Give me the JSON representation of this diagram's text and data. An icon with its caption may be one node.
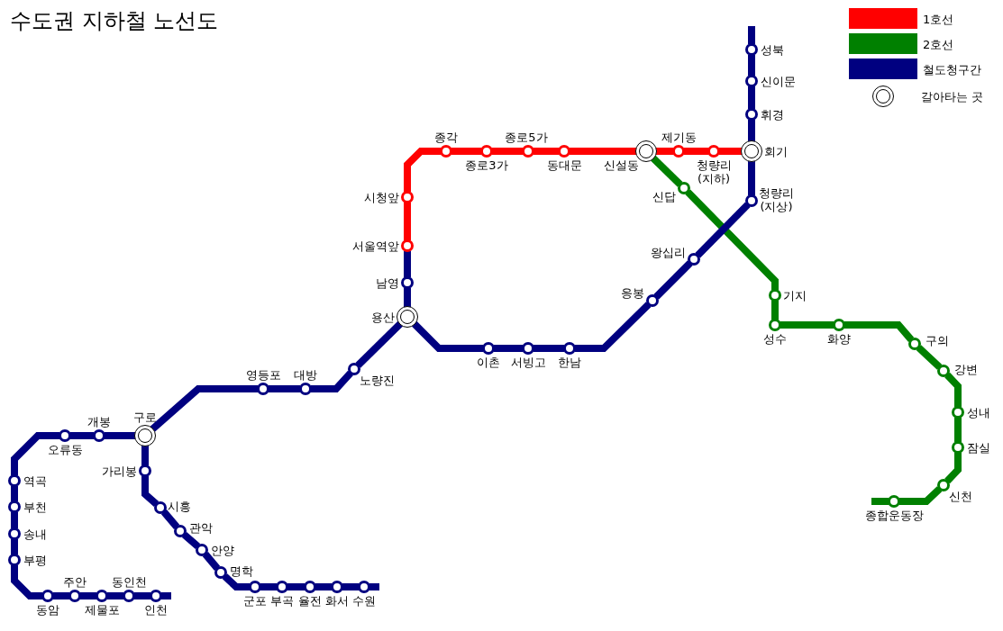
{
  "diagram": {
    "title": "수도권 지하철 노선도",
    "nodes": [
      {
        "text": [],
        "shape": "circle",
        "beside": [
          "시청앞"
        ]
      },
      {
        "text": [],
        "shape": "circle",
        "beside": [
          "서울역앞"
        ]
      },
      {
        "text": [],
        "shape": "circle",
        "beside": [
          "종각"
        ]
      },
      {
        "text": [],
        "shape": "circle",
        "beside": [
          "종로3가"
        ]
      },
      {
        "text": [],
        "shape": "circle",
        "beside": [
          "종로5가"
        ]
      },
      {
        "text": [],
        "shape": "circle",
        "beside": [
          "동대문"
        ]
      },
      {
        "text": [],
        "shape": "circle",
        "beside": [
          "신설동"
        ]
      },
      {
        "text": [],
        "shape": "circle",
        "beside": [
          "제기동"
        ]
      },
      {
        "text": [],
        "shape": "circle",
        "beside": [
          "청량리 (지하)"
        ]
      },
      {
        "text": [],
        "shape": "circle",
        "beside": [
          "회기"
        ]
      },
      {
        "text": [],
        "shape": "circle",
        "beside": [
          "성북"
        ]
      },
      {
        "text": [],
        "shape": "circle",
        "beside": [
          "신이문"
        ]
      },
      {
        "text": [],
        "shape": "circle",
        "beside": [
          "휘경"
        ]
      },
      {
        "text": [],
        "shape": "circle",
        "beside": [
          "청량리 (지상)"
        ]
      },
      {
        "text": [],
        "shape": "circle",
        "beside": [
          "왕십리"
        ]
      },
      {
        "text": [],
        "shape": "circle",
        "beside": [
          "응봉"
        ]
      },
      {
        "text": [],
        "shape": "circle",
        "beside": [
          "한남"
        ]
      },
      {
        "text": [],
        "shape": "circle",
        "beside": [
          "서빙고"
        ]
      },
      {
        "text": [],
        "shape": "circle",
        "beside": [
          "이촌"
        ]
      },
      {
        "text": [],
        "shape": "circle",
        "beside": [
          "용산"
        ]
      },
      {
        "text": [],
        "shape": "circle",
        "beside": [
          "남영"
        ]
      },
      {
        "text": [],
        "shape": "circle",
        "beside": [
          "노량진"
        ]
      },
      {
        "text": [],
        "shape": "circle",
        "beside": [
          "대방"
        ]
      },
      {
        "text": [],
        "shape": "circle",
        "beside": [
          "영등포"
        ]
      },
      {
        "text": [],
        "shape": "circle",
        "beside": [
          "구로"
        ]
      },
      {
        "text": [],
        "shape": "circle",
        "beside": [
          "개봉"
        ]
      },
      {
        "text": [],
        "shape": "circle",
        "beside": [
          "오류동"
        ]
      },
      {
        "text": [],
        "shape": "circle",
        "beside": [
          "역곡"
        ]
      },
      {
        "text": [],
        "shape": "circle",
        "beside": [
          "부천"
        ]
      },
      {
        "text": [],
        "shape": "circle",
        "beside": [
          "송내"
        ]
      },
      {
        "text": [],
        "shape": "circle",
        "beside": [
          "부평"
        ]
      },
      {
        "text": [],
        "shape": "circle",
        "beside": [
          "동암"
        ]
      },
      {
        "text": [],
        "shape": "circle",
        "beside": [
          "주안"
        ]
      },
      {
        "text": [],
        "shape": "circle",
        "beside": [
          "제물포"
        ]
      },
      {
        "text": [],
        "shape": "circle",
        "beside": [
          "동인천"
        ]
      },
      {
        "text": [],
        "shape": "circle",
        "beside": [
          "인천"
        ]
      },
      {
        "text": [],
        "shape": "circle",
        "beside": [
          "가리봉"
        ]
      },
      {
        "text": [],
        "shape": "circle",
        "beside": [
          "시흥"
        ]
      },
      {
        "text": [],
        "shape": "circle",
        "beside": [
          "관악"
        ]
      },
      {
        "text": [],
        "shape": "circle",
        "beside": [
          "안양"
        ]
      },
      {
        "text": [],
        "shape": "circle",
        "beside": [
          "명학"
        ]
      },
      {
        "text": [],
        "shape": "circle",
        "beside": [
          "군포"
        ]
      },
      {
        "text": [],
        "shape": "circle",
        "beside": [
          "부곡"
        ]
      },
      {
        "text": [],
        "shape": "circle",
        "beside": [
          "율전"
        ]
      },
      {
        "text": [],
        "shape": "circle",
        "beside": [
          "화서"
        ]
      },
      {
        "text": [],
        "shape": "circle",
        "beside": [
          "수원"
        ]
      },
      {
        "text": [],
        "shape": "circle",
        "beside": [
          "신답"
        ]
      },
      {
        "text": [],
        "shape": "circle",
        "beside": [
          "기지"
        ]
      },
      {
        "text": [],
        "shape": "circle",
        "beside": [
          "성수"
        ]
      },
      {
        "text": [],
        "shape": "circle",
        "beside": [
          "화양"
        ]
      },
      {
        "text": [],
        "shape": "circle",
        "beside": [
          "구의"
        ]
      },
      {
        "text": [],
        "shape": "circle",
        "beside": [
          "강변"
        ]
      },
      {
        "text": [],
        "shape": "circle",
        "beside": [
          "성내"
        ]
      },
      {
        "text": [],
        "shape": "circle",
        "beside": [
          "잠실"
        ]
      },
      {
        "text": [],
        "shape": "circle",
        "beside": [
          "신천"
        ]
      },
      {
        "text": [],
        "shape": "circle",
        "beside": [
          "종합운동장"
        ]
      }
    ],
    "edges": [
      {
        "from": 1,
        "to": 0,
        "arrow": "none",
        "color": "#ff0000"
      },
      {
        "from": 0,
        "to": 2,
        "arrow": "none",
        "color": "#ff0000"
      },
      {
        "from": 2,
        "to": 3,
        "arrow": "none",
        "color": "#ff0000"
      },
      {
        "from": 3,
        "to": 4,
        "arrow": "none",
        "color": "#ff0000"
      },
      {
        "from": 4,
        "to": 5,
        "arrow": "none",
        "color": "#ff0000"
      },
      {
        "from": 5,
        "to": 6,
        "arrow": "none",
        "color": "#ff0000"
      },
      {
        "from": 6,
        "to": 7,
        "arrow": "none",
        "color": "#ff0000"
      },
      {
        "from": 7,
        "to": 8,
        "arrow": "none",
        "color": "#ff0000"
      },
      {
        "from": 8,
        "to": 9,
        "arrow": "none",
        "color": "#ff0000"
      },
      {
        "from": 10,
        "to": null,
        "arrow": "none"
      },
      {
        "from": 10,
        "to": 11,
        "arrow": "none"
      },
      {
        "from": 11,
        "to": 12,
        "arrow": "none"
      },
      {
        "from": 12,
        "to": 9,
        "arrow": "none"
      },
      {
        "from": 9,
        "to": 13,
        "arrow": "none"
      },
      {
        "from": 13,
        "to": 14,
        "arrow": "none"
      },
      {
        "from": 14,
        "to": 15,
        "arrow": "none"
      },
      {
        "from": 15,
        "to": 16,
        "arrow": "none"
      },
      {
        "from": 16,
        "to": 17,
        "arrow": "none"
      },
      {
        "from": 17,
        "to": 18,
        "arrow": "none"
      },
      {
        "from": 18,
        "to": 19,
        "arrow": "none"
      },
      {
        "from": 19,
        "to": 20,
        "arrow": "none"
      },
      {
        "from": 20,
        "to": 1,
        "arrow": "none"
      },
      {
        "from": 19,
        "to": 21,
        "arrow": "none"
      },
      {
        "from": 21,
        "to": 22,
        "arrow": "none"
      },
      {
        "from": 22,
        "to": 23,
        "arrow": "none"
      },
      {
        "from": 23,
        "to": 24,
        "arrow": "none"
      },
      {
        "from": 24,
        "to": 25,
        "arrow": "none"
      },
      {
        "from": 25,
        "to": 26,
        "arrow": "none"
      },
      {
        "from": 26,
        "to": 27,
        "arrow": "none"
      },
      {
        "from": 27,
        "to": 28,
        "arrow": "none"
      },
      {
        "from": 28,
        "to": 29,
        "arrow": "none"
      },
      {
        "from": 29,
        "to": 30,
        "arrow": "none"
      },
      {
        "from": 30,
        "to": 31,
        "arrow": "none"
      },
      {
        "from": 31,
        "to": 32,
        "arrow": "none"
      },
      {
        "from": 32,
        "to": 33,
        "arrow": "none"
      },
      {
        "from": 33,
        "to": 34,
        "arrow": "none"
      },
      {
        "from": 34,
        "to": 35,
        "arrow": "none"
      },
      {
        "from": 35,
        "to": null,
        "arrow": "none"
      },
      {
        "from": 24,
        "to": 36,
        "arrow": "none"
      },
      {
        "from": 36,
        "to": 37,
        "arrow": "none"
      },
      {
        "from": 37,
        "to": 38,
        "arrow": "none"
      },
      {
        "from": 38,
        "to": 39,
        "arrow": "none"
      },
      {
        "from": 39,
        "to": 40,
        "arrow": "none"
      },
      {
        "from": 40,
        "to": 41,
        "arrow": "none"
      },
      {
        "from": 41,
        "to": 42,
        "arrow": "none"
      },
      {
        "from": 42,
        "to": 43,
        "arrow": "none"
      },
      {
        "from": 43,
        "to": 44,
        "arrow": "none"
      },
      {
        "from": 44,
        "to": 45,
        "arrow": "none"
      },
      {
        "from": 45,
        "to": null,
        "arrow": "none"
      },
      {
        "from": 6,
        "to": 46,
        "arrow": "none",
        "color": "#008000"
      },
      {
        "from": 46,
        "to": 47,
        "arrow": "none",
        "color": "#008000"
      },
      {
        "from": 47,
        "to": 48,
        "arrow": "none",
        "color": "#008000"
      },
      {
        "from": 48,
        "to": 49,
        "arrow": "none",
        "color": "#008000"
      },
      {
        "from": 49,
        "to": 50,
        "arrow": "none",
        "color": "#008000"
      },
      {
        "from": 50,
        "to": 51,
        "arrow": "none",
        "color": "#008000"
      },
      {
        "from": 51,
        "to": 52,
        "arrow": "none",
        "color": "#008000"
      },
      {
        "from": 52,
        "to": 53,
        "arrow": "none",
        "color": "#008000"
      },
      {
        "from": 53,
        "to": 54,
        "arrow": "none",
        "color": "#008000"
      },
      {
        "from": 54,
        "to": 55,
        "arrow": "none",
        "color": "#008000"
      },
      {
        "from": 55,
        "to": null,
        "arrow": "none",
        "color": "#008000"
      }
    ],
    "legend": [
      {
        "text": "1호선",
        "color": "#ff0000"
      },
      {
        "text": "2호선",
        "color": "#008000"
      },
      {
        "text": "철도청구간",
        "color": "#000080"
      },
      {
        "text": "갈아타는 곳"
      }
    ]
  }
}
